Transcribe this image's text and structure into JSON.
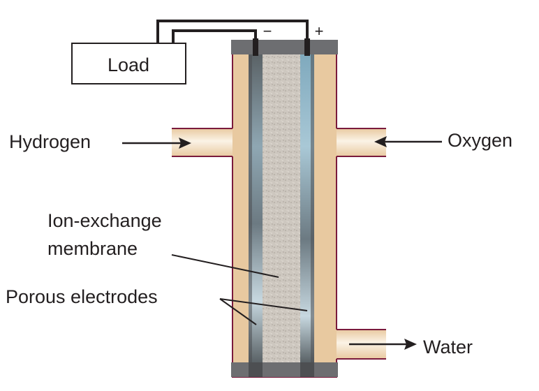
{
  "labels": {
    "load": "Load",
    "minus": "−",
    "plus": "+",
    "hydrogen": "Hydrogen",
    "oxygen": "Oxygen",
    "membrane_line1": "Ion-exchange",
    "membrane_line2": "membrane",
    "electrodes": "Porous electrodes",
    "water": "Water"
  },
  "colors": {
    "casing": "#e8c9a0",
    "casing_outline": "#7a1a3c",
    "pipe_light": "#f7ecd9",
    "cap": "#6d6e71",
    "membrane": "#c9c3bb",
    "electrode_dark": "#4d4f52",
    "electrode_blue": "#9bbfcf",
    "wire": "#231f20"
  },
  "icons": [
    "arrow-right-icon",
    "arrow-left-icon"
  ]
}
